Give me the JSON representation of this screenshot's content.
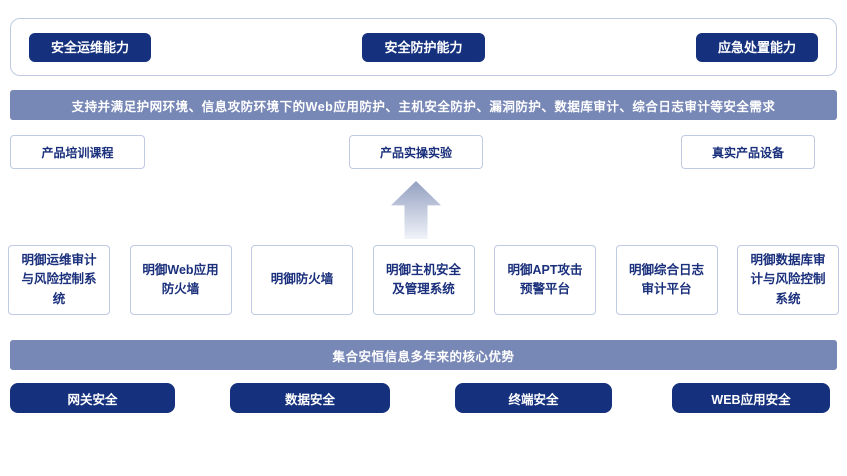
{
  "colors": {
    "dark_blue": "#15317e",
    "banner_blue": "#7787b6",
    "box_border": "#bfcbe3",
    "text_navy": "#1b307c"
  },
  "capabilities": {
    "items": [
      {
        "label": "安全运维能力"
      },
      {
        "label": "安全防护能力"
      },
      {
        "label": "应急处置能力"
      }
    ]
  },
  "requirements_banner": {
    "text": "支持并满足护网环境、信息攻防环境下的Web应用防护、主机安全防护、漏洞防护、数据库审计、综合日志审计等安全需求"
  },
  "training": {
    "items": [
      {
        "label": "产品培训课程"
      },
      {
        "label": "产品实操实验"
      },
      {
        "label": "真实产品设备"
      }
    ]
  },
  "products": {
    "items": [
      {
        "label": "明御运维审计与风险控制系统"
      },
      {
        "label": "明御Web应用防火墙"
      },
      {
        "label": "明御防火墙"
      },
      {
        "label": "明御主机安全及管理系统"
      },
      {
        "label": "明御APT攻击预警平台"
      },
      {
        "label": "明御综合日志审计平台"
      },
      {
        "label": "明御数据库审计与风险控制系统"
      }
    ]
  },
  "advantage_banner": {
    "text": "集合安恒信息多年来的核心优势"
  },
  "categories": {
    "items": [
      {
        "label": "网关安全"
      },
      {
        "label": "数据安全"
      },
      {
        "label": "终端安全"
      },
      {
        "label": "WEB应用安全"
      }
    ]
  }
}
